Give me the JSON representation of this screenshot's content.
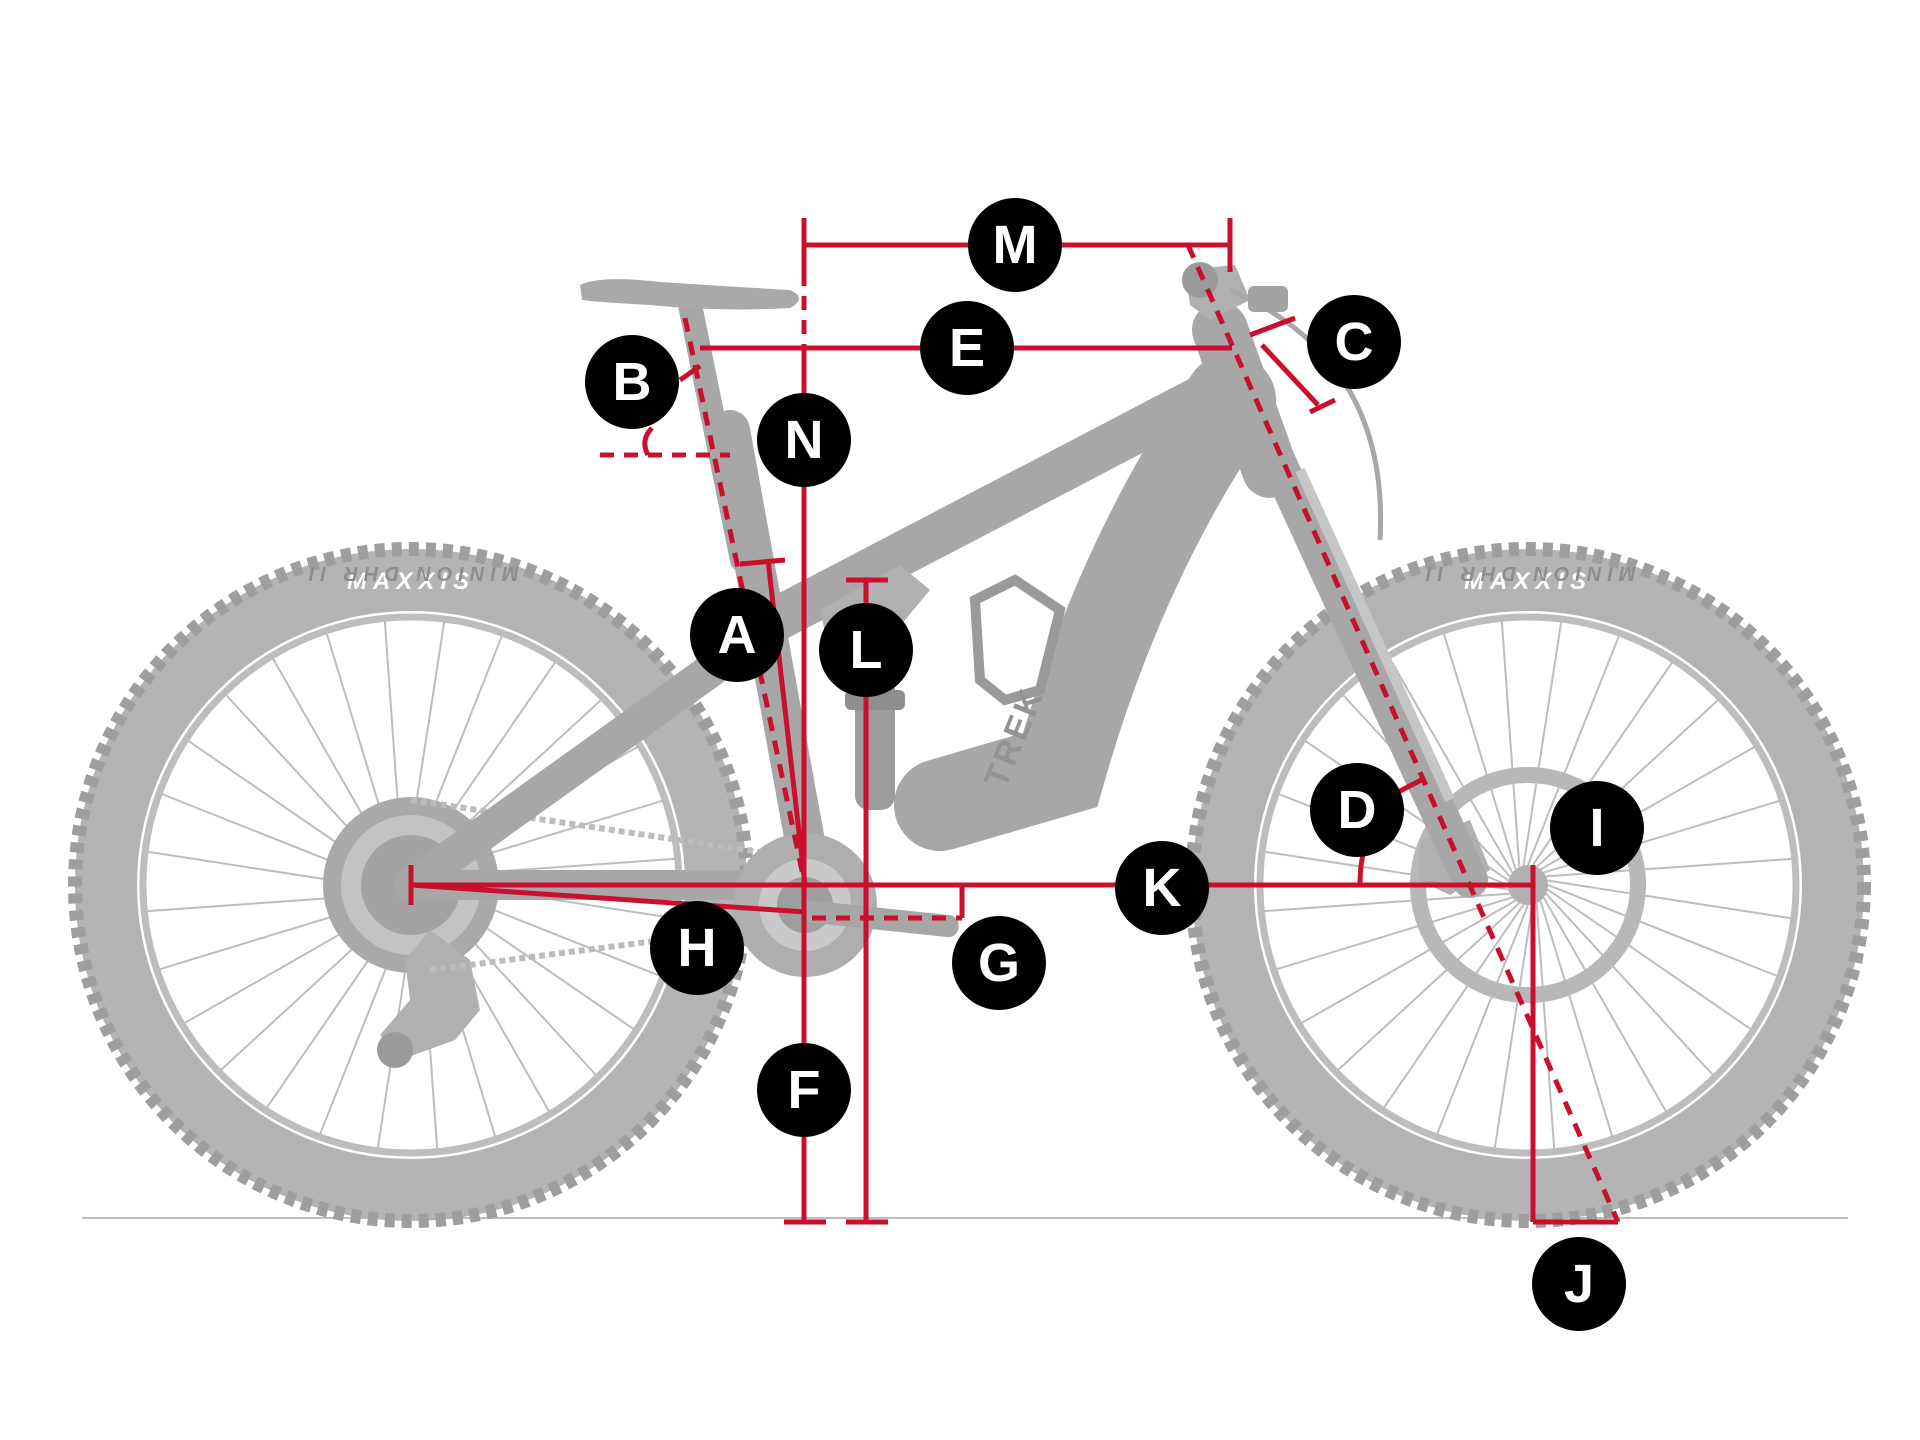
{
  "tire_brand": "MAXXIS",
  "tire_model": "MINION DHR II",
  "frame_brand": "TREK",
  "colors": {
    "measurement": "#c8102e",
    "badge": "#000000",
    "badge_text": "#ffffff",
    "bike": "#b0b0b0"
  },
  "labels": {
    "a": "A",
    "b": "B",
    "c": "C",
    "d": "D",
    "e": "E",
    "f": "F",
    "g": "G",
    "h": "H",
    "i": "I",
    "j": "J",
    "k": "K",
    "l": "L",
    "m": "M",
    "n": "N"
  }
}
